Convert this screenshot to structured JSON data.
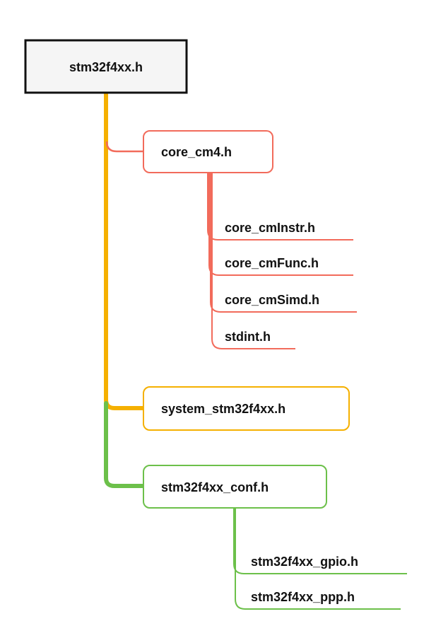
{
  "root": {
    "label": "stm32f4xx.h"
  },
  "children": [
    {
      "label": "core_cm4.h",
      "color": "#f26b5b",
      "children": [
        "core_cmInstr.h",
        "core_cmFunc.h",
        "core_cmSimd.h",
        "stdint.h"
      ]
    },
    {
      "label": "system_stm32f4xx.h",
      "color": "#f5b000",
      "children": []
    },
    {
      "label": "stm32f4xx_conf.h",
      "color": "#6cc04a",
      "children": [
        "stm32f4xx_gpio.h",
        "stm32f4xx_ppp.h"
      ]
    }
  ],
  "colors": {
    "root_border": "#111111",
    "root_fill": "#f5f5f5",
    "trunk_upper": "#f5b000",
    "trunk_lower": "#6cc04a"
  }
}
